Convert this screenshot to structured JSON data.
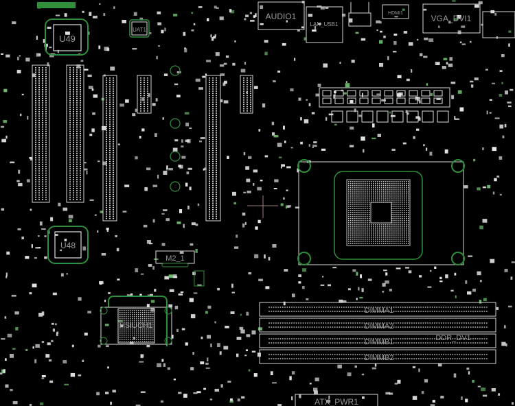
{
  "viewer": {
    "colors": {
      "background": "#000000",
      "outline": "#d8d8d8",
      "pad": "#e6e6e6",
      "highlight": "#2f8f3a",
      "label": "#9a9a9a"
    }
  },
  "components": {
    "u49": "U49",
    "uat1": "UAT1",
    "u48": "U48",
    "m2": "M2_1",
    "pch": "HSIUCH1",
    "audio": "AUDIO1",
    "lan_usb": "LAN_USB1",
    "hdmi": "HDMI1",
    "vga_dvi": "VGA_DVI1",
    "dimm_a1": "DIMMA1",
    "dimm_a2": "DIMMA2",
    "dimm_b1": "DIMMB1",
    "dimm_b2": "DIMMB2",
    "ddr_label": "DDR_DV1",
    "atx_pwr": "ATX_PWR1"
  }
}
